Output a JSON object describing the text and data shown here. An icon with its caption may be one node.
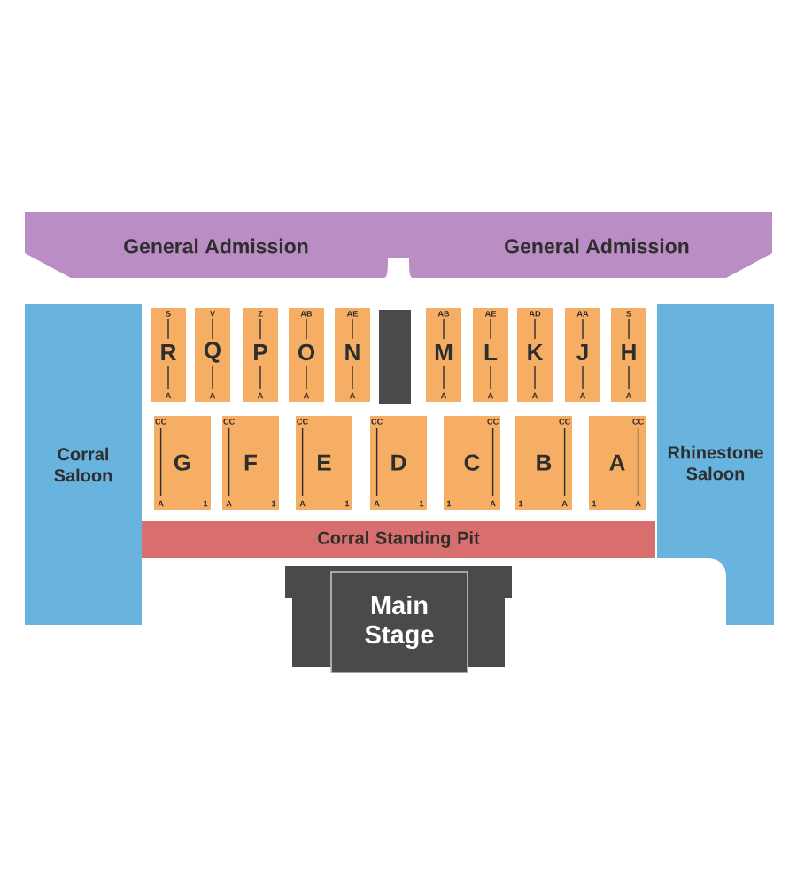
{
  "diagram": {
    "nodes": [
      {
        "text": [
          "General Admission",
          "General Admission"
        ]
      },
      {
        "text": [
          "Corral Saloon"
        ]
      },
      {
        "text": [
          "S",
          "R",
          "A"
        ]
      },
      {
        "text": [
          "V",
          "Q",
          "A"
        ]
      },
      {
        "text": [
          "Z",
          "P",
          "A"
        ]
      },
      {
        "text": [
          "AB",
          "O",
          "A"
        ]
      },
      {
        "text": [
          "AE",
          "N",
          "A"
        ]
      },
      {
        "text": [],
        "shape": "box"
      },
      {
        "text": [
          "AB",
          "M",
          "A"
        ]
      },
      {
        "text": [
          "AE",
          "L",
          "A"
        ]
      },
      {
        "text": [
          "AD",
          "K",
          "A"
        ]
      },
      {
        "text": [
          "AA",
          "J",
          "A"
        ]
      },
      {
        "text": [
          "S",
          "H",
          "A"
        ]
      },
      {
        "text": [
          "Rhinestone Saloon"
        ]
      },
      {
        "text": [
          "CC",
          "G",
          "A",
          "1"
        ]
      },
      {
        "text": [
          "CC",
          "F",
          "A",
          "1"
        ]
      },
      {
        "text": [
          "CC",
          "E",
          "A",
          "1"
        ]
      },
      {
        "text": [
          "CC",
          "D",
          "A",
          "1"
        ]
      },
      {
        "text": [
          "CC",
          "C",
          "1",
          "A"
        ]
      },
      {
        "text": [
          "CC",
          "B",
          "1",
          "A"
        ]
      },
      {
        "text": [
          "CC",
          "A",
          "1",
          "A"
        ]
      },
      {
        "text": [
          "Corral Standing Pit"
        ]
      },
      {
        "text": [
          "Main Stage"
        ]
      }
    ]
  }
}
